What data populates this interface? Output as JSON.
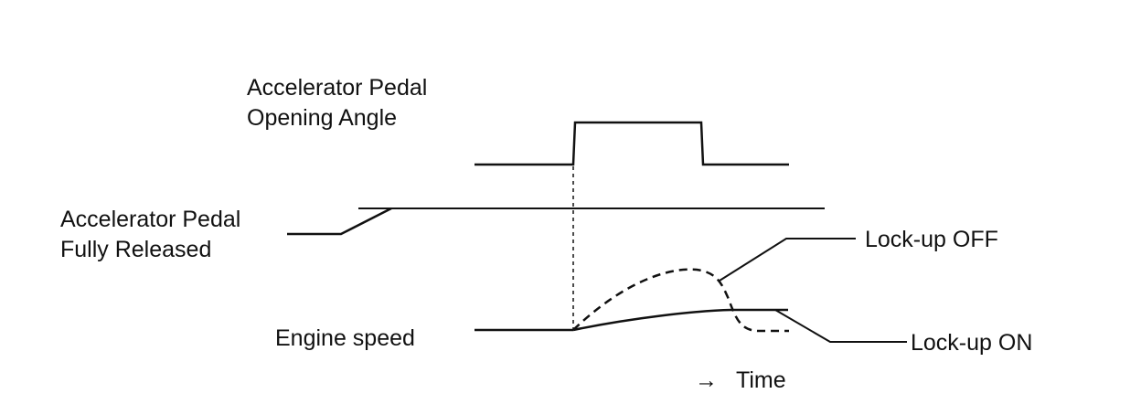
{
  "labels": {
    "pedal_angle_line1": "Accelerator Pedal",
    "pedal_angle_line2": "Opening Angle",
    "pedal_released_line1": "Accelerator Pedal",
    "pedal_released_line2": "Fully Released",
    "engine_speed": "Engine speed",
    "lockup_off": "Lock-up OFF",
    "lockup_on": "Lock-up ON",
    "time_arrow": "→",
    "time": "Time"
  },
  "colors": {
    "ink": "#111111",
    "background": "#ffffff"
  }
}
